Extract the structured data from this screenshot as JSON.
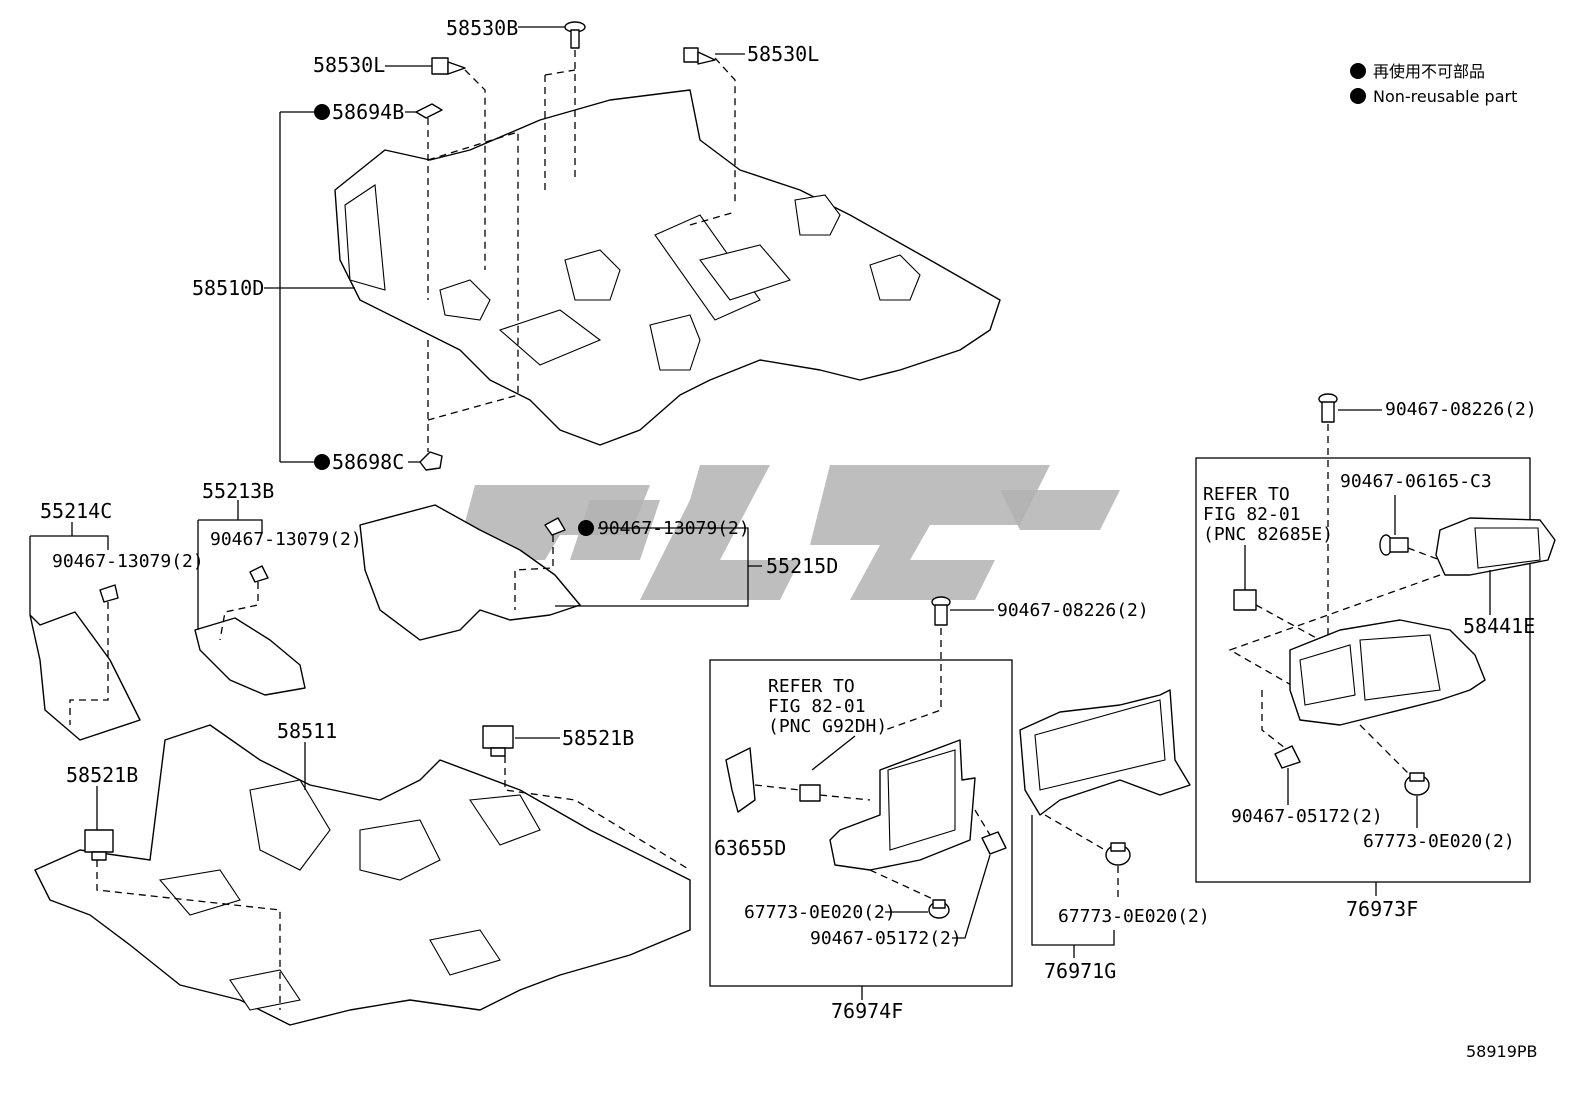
{
  "legend": {
    "line_ja": "再使用不可部品",
    "line_en": "Non-reusable part",
    "marker_color": "#000000"
  },
  "diagram_id": "58919PB",
  "labels": {
    "p58530B": "58530B",
    "p58530L_left": "58530L",
    "p58530L_right": "58530L",
    "p58694B": "58694B",
    "p58510D": "58510D",
    "p58698C": "58698C",
    "p55214C": "55214C",
    "p55214C_clip": "90467-13079(2)",
    "p55213B": "55213B",
    "p55213B_clip": "90467-13079(2)",
    "p55215D_clip": "90467-13079(2)",
    "p55215D": "55215D",
    "p58511": "58511",
    "p58521B_left": "58521B",
    "p58521B_right": "58521B",
    "p90467_08226_center": "90467-08226(2)",
    "p90467_08226_right": "90467-08226(2)",
    "p90467_06165": "90467-06165-C3",
    "p58441E": "58441E",
    "p63655D": "63655D",
    "p67773_a": "67773-0E020(2)",
    "p90467_05172_a": "90467-05172(2)",
    "p76974F": "76974F",
    "p67773_b": "67773-0E020(2)",
    "p76971G": "76971G",
    "p90467_05172_b": "90467-05172(2)",
    "p67773_c": "67773-0E020(2)",
    "p76973F": "76973F"
  },
  "refer_notes": {
    "center": [
      "REFER TO",
      "FIG 82-01",
      "(PNC G92DH)"
    ],
    "right": [
      "REFER TO",
      "FIG 82-01",
      "(PNC 82685E)"
    ]
  }
}
